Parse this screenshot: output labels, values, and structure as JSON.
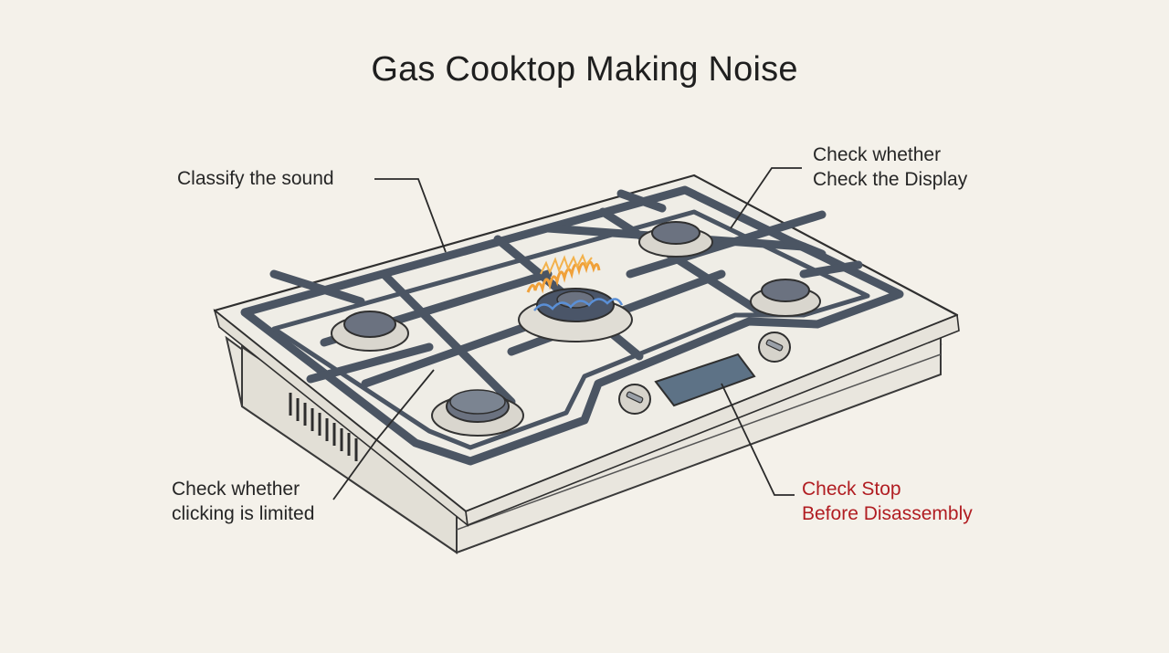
{
  "title": "Gas Cooktop Making Noise",
  "callouts": {
    "classify_sound": "Classify the sound",
    "check_display_line1": "Check whether",
    "check_display_line2": "Check the Display",
    "check_clicking_line1": "Check whether",
    "check_clicking_line2": "clicking is limited",
    "check_stop_line1": "Check Stop",
    "check_stop_line2": "Before Disassembly"
  },
  "colors": {
    "background": "#f4f1ea",
    "surface": "#efede6",
    "grate": "#4b5563",
    "outline": "#2f2f2f",
    "flame_orange": "#f0a13a",
    "flame_blue": "#5a8fd6",
    "display_panel": "#5d7286",
    "warning_text": "#b11d22"
  }
}
